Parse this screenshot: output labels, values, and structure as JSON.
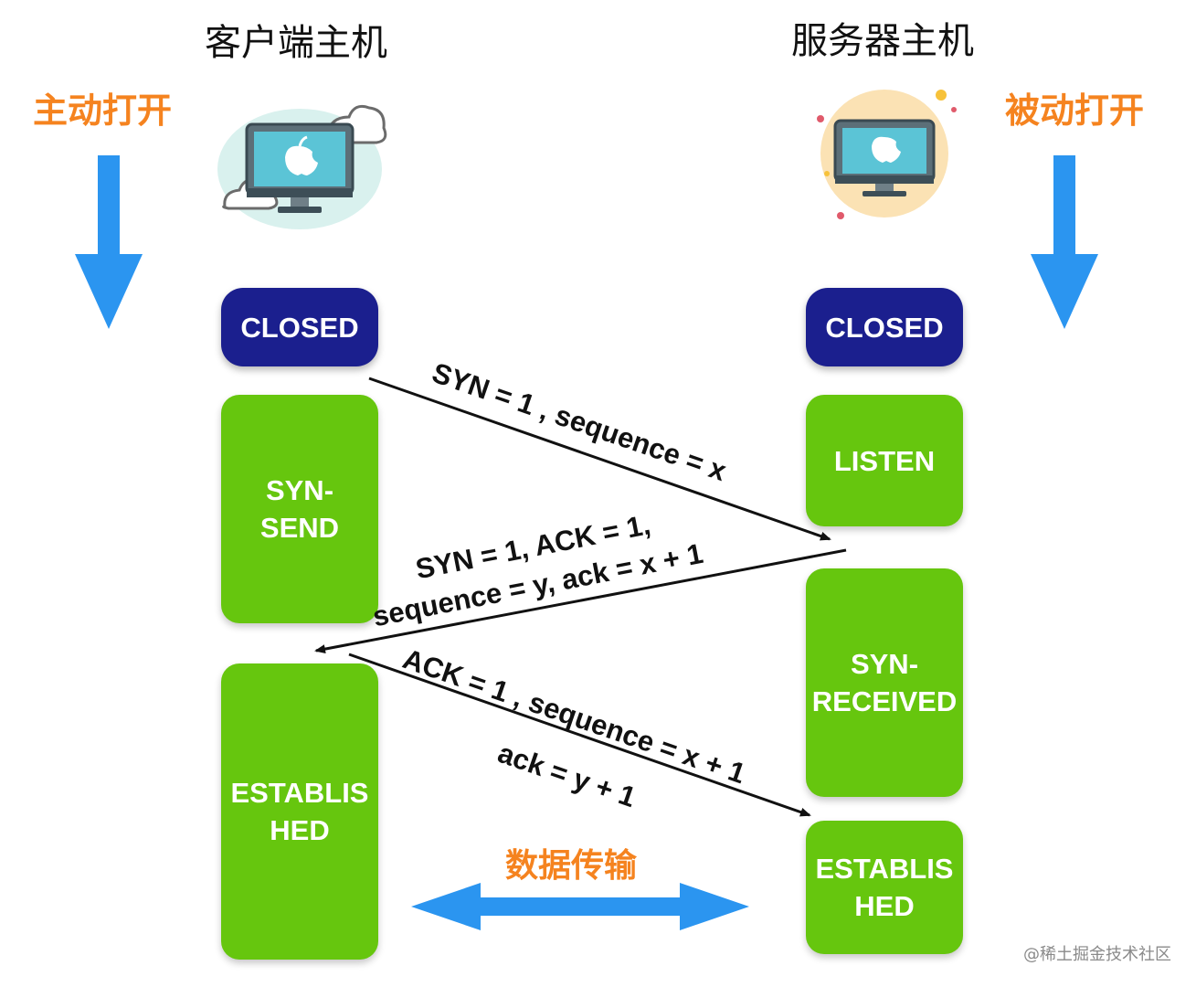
{
  "client": {
    "title": "客户端主机",
    "open_label": "主动打开",
    "states": [
      "CLOSED",
      "SYN-\nSEND",
      "ESTABLIS\nHED"
    ]
  },
  "server": {
    "title": "服务器主机",
    "open_label": "被动打开",
    "states": [
      "CLOSED",
      "LISTEN",
      "SYN-\nRECEIVED",
      "ESTABLIS\nHED"
    ]
  },
  "messages": {
    "syn": "SYN = 1 , sequence = x",
    "synack_line1": "SYN = 1, ACK = 1,",
    "synack_line2": "sequence = y, ack = x + 1",
    "ack_line1": "ACK = 1 , sequence = x + 1",
    "ack_line2": "ack = y + 1"
  },
  "data_transfer_label": "数据传输",
  "watermark": "@稀土掘金技术社区",
  "colors": {
    "closed_state": "#1b1f8e",
    "active_state": "#66c60e",
    "open_label": "#f5831f",
    "arrow_blue": "#2b95f0",
    "message_arrow": "#111111"
  },
  "icons": [
    "client-computer-icon",
    "server-computer-icon"
  ]
}
